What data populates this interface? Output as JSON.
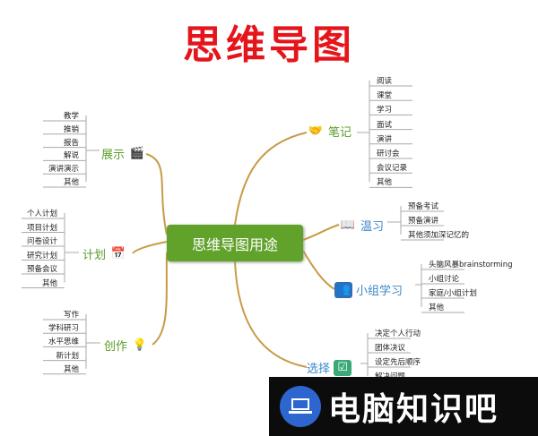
{
  "title": "思维导图",
  "center": "思维导图用途",
  "branches": {
    "notes": {
      "label": "笔记",
      "items": [
        "阅读",
        "课堂",
        "学习",
        "面试",
        "演讲",
        "研讨会",
        "会议记录",
        "其他"
      ]
    },
    "review": {
      "label": "温习",
      "items": [
        "预备考试",
        "预备演讲",
        "其他须加深记忆的"
      ]
    },
    "group": {
      "label": "小组学习",
      "items": [
        "头脑风暴brainstorming",
        "小组讨论",
        "家庭/小组计划",
        "其他"
      ]
    },
    "choose": {
      "label": "选择",
      "items": [
        "决定个人行动",
        "团体决议",
        "设定先后顺序",
        "解决问题"
      ]
    },
    "show": {
      "label": "展示",
      "items": [
        "教学",
        "推销",
        "报告",
        "解说",
        "演讲演示",
        "其他"
      ]
    },
    "plan": {
      "label": "计划",
      "items": [
        "个人计划",
        "项目计划",
        "问卷设计",
        "研究计划",
        "预备会议",
        "其他"
      ]
    },
    "create": {
      "label": "创作",
      "items": [
        "写作",
        "学科研习",
        "水平思维",
        "新计划",
        "其他"
      ]
    }
  },
  "watermark": {
    "text": "电脑知识吧"
  }
}
